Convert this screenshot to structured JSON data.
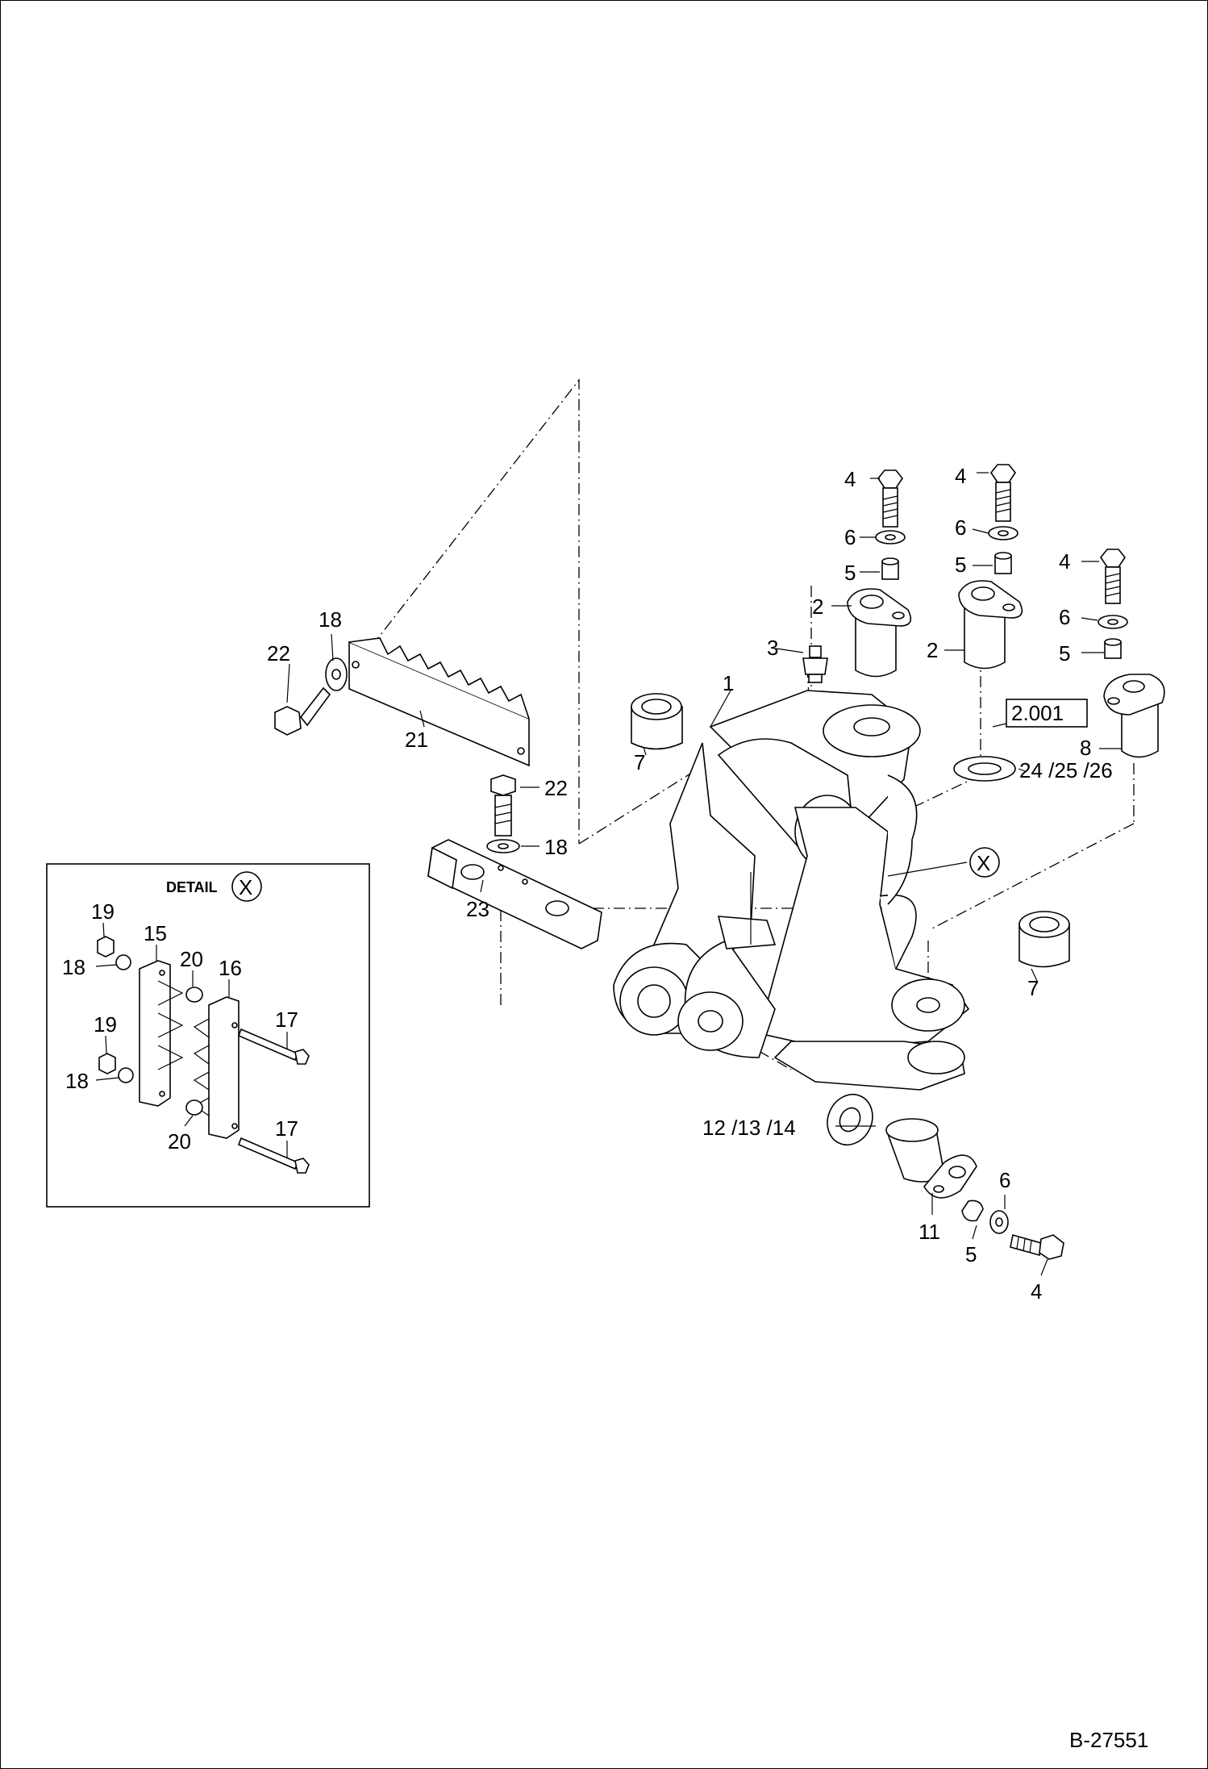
{
  "drawing_number": "B-27551",
  "detail": {
    "title": "DETAIL",
    "marker": "X"
  },
  "reference_box": "2.001",
  "callout_x": "X",
  "labels": {
    "p1": "1",
    "p2a": "2",
    "p2b": "2",
    "p3": "3",
    "p4a": "4",
    "p4b": "4",
    "p4c": "4",
    "p4d": "4",
    "p5a": "5",
    "p5b": "5",
    "p5c": "5",
    "p5d": "5",
    "p6a": "6",
    "p6b": "6",
    "p6c": "6",
    "p6d": "6",
    "p7a": "7",
    "p7b": "7",
    "p8": "8",
    "p11": "11",
    "p12_14": "12 /13 /14",
    "p15": "15",
    "p16": "16",
    "p17a": "17",
    "p17b": "17",
    "p18a": "18",
    "p18b": "18",
    "p18c": "18",
    "p18d": "18",
    "p19a": "19",
    "p19b": "19",
    "p20a": "20",
    "p20b": "20",
    "p21": "21",
    "p22a": "22",
    "p22b": "22",
    "p23": "23",
    "p24_26": "24 /25 /26"
  }
}
